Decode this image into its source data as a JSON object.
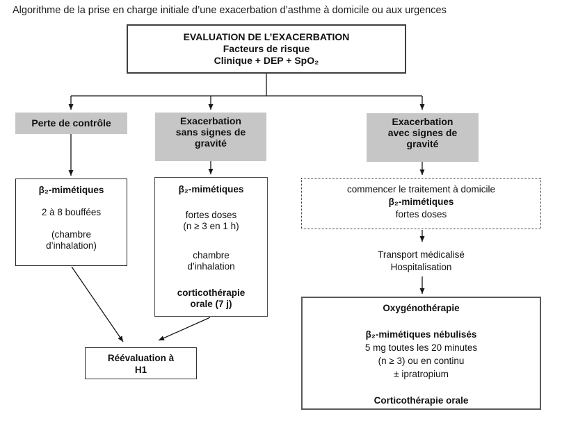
{
  "title": "Algorithme de la prise en charge initiale d’une exacerbation d’asthme à domicile ou aux urgences",
  "colors": {
    "header_fill": "#c6c6c6",
    "line_color": "#151515"
  },
  "nodes": {
    "evaluation": {
      "l1": "EVALUATION DE L’EXACERBATION",
      "l2": "Facteurs de risque",
      "l3": "Clinique + DEP + SpO₂"
    },
    "perte_controle": {
      "l1": "Perte de contrôle"
    },
    "exacerbation_sans": {
      "l1": "Exacerbation",
      "l2": "sans signes de",
      "l3": "gravité"
    },
    "exacerbation_avec": {
      "l1": "Exacerbation",
      "l2": "avec signes de",
      "l3": "gravité"
    },
    "b2_left": {
      "l1": "β₂-mimétiques",
      "l2": "2 à 8 bouffées",
      "l3": "(chambre",
      "l4": "d’inhalation)"
    },
    "b2_mid": {
      "l1": "β₂-mimétiques",
      "l2": "fortes doses",
      "l3": "(n ≥ 3 en 1 h)",
      "l4": "chambre",
      "l5": "d’inhalation",
      "l6": "corticothérapie",
      "l7": "orale (7 j)"
    },
    "domicile": {
      "l1": "commencer le traitement à domicile",
      "l2": "β₂-mimétiques",
      "l3": "fortes doses"
    },
    "transport": {
      "l1": "Transport médicalisé",
      "l2": "Hospitalisation"
    },
    "hopital": {
      "l1": "Oxygénothérapie",
      "l2": "β₂-mimétiques nébulisés",
      "l3": "5 mg toutes les 20 minutes",
      "l4": "(n ≥ 3) ou en continu",
      "l5": "± ipratropium",
      "l6": "Corticothérapie orale"
    },
    "reevaluation": {
      "l1": "Réévaluation à",
      "l2": "H1"
    }
  }
}
